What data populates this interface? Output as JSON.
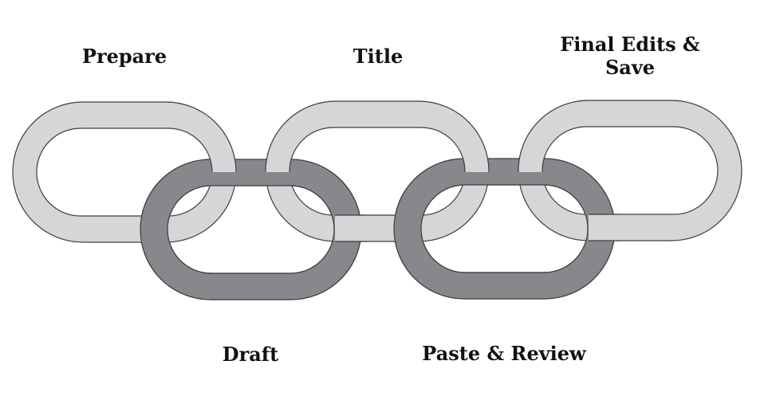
{
  "diagram": {
    "type": "chain",
    "colors": {
      "top_links": "#d6d6d8",
      "bottom_links": "#88878b",
      "outline": "#3d3d3d",
      "text": "#111111"
    },
    "top_steps": [
      {
        "label": "Prepare"
      },
      {
        "label": "Title"
      },
      {
        "label": "Final Edits & Save"
      }
    ],
    "bottom_steps": [
      {
        "label": "Draft"
      },
      {
        "label": "Paste & Review"
      }
    ]
  }
}
